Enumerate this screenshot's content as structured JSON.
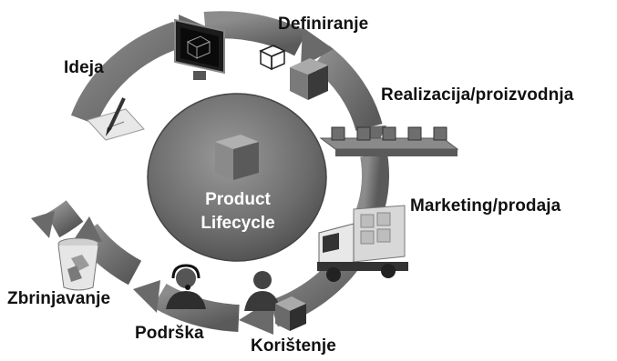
{
  "center": {
    "line1": "Product",
    "line2": "Lifecycle"
  },
  "stages": {
    "ideja": "Ideja",
    "definiranje": "Definiranje",
    "realizacija": "Realizacija/proizvodnja",
    "marketing": "Marketing/prodaja",
    "koristenje": "Korištenje",
    "podrska": "Podrška",
    "zbrinjavanje": "Zbrinjavanje"
  },
  "colors": {
    "arrow": "#7a7a7a",
    "arrow_dark": "#5e5e5e",
    "hub": "#6b6b6b",
    "hub_light": "#909090",
    "text": "#111111"
  },
  "icons": [
    "computer-monitor-icon",
    "pen-drawing-icon",
    "cube-icon",
    "conveyor-belt-icon",
    "delivery-truck-icon",
    "user-with-cube-icon",
    "support-headset-icon",
    "recycle-bin-icon"
  ]
}
